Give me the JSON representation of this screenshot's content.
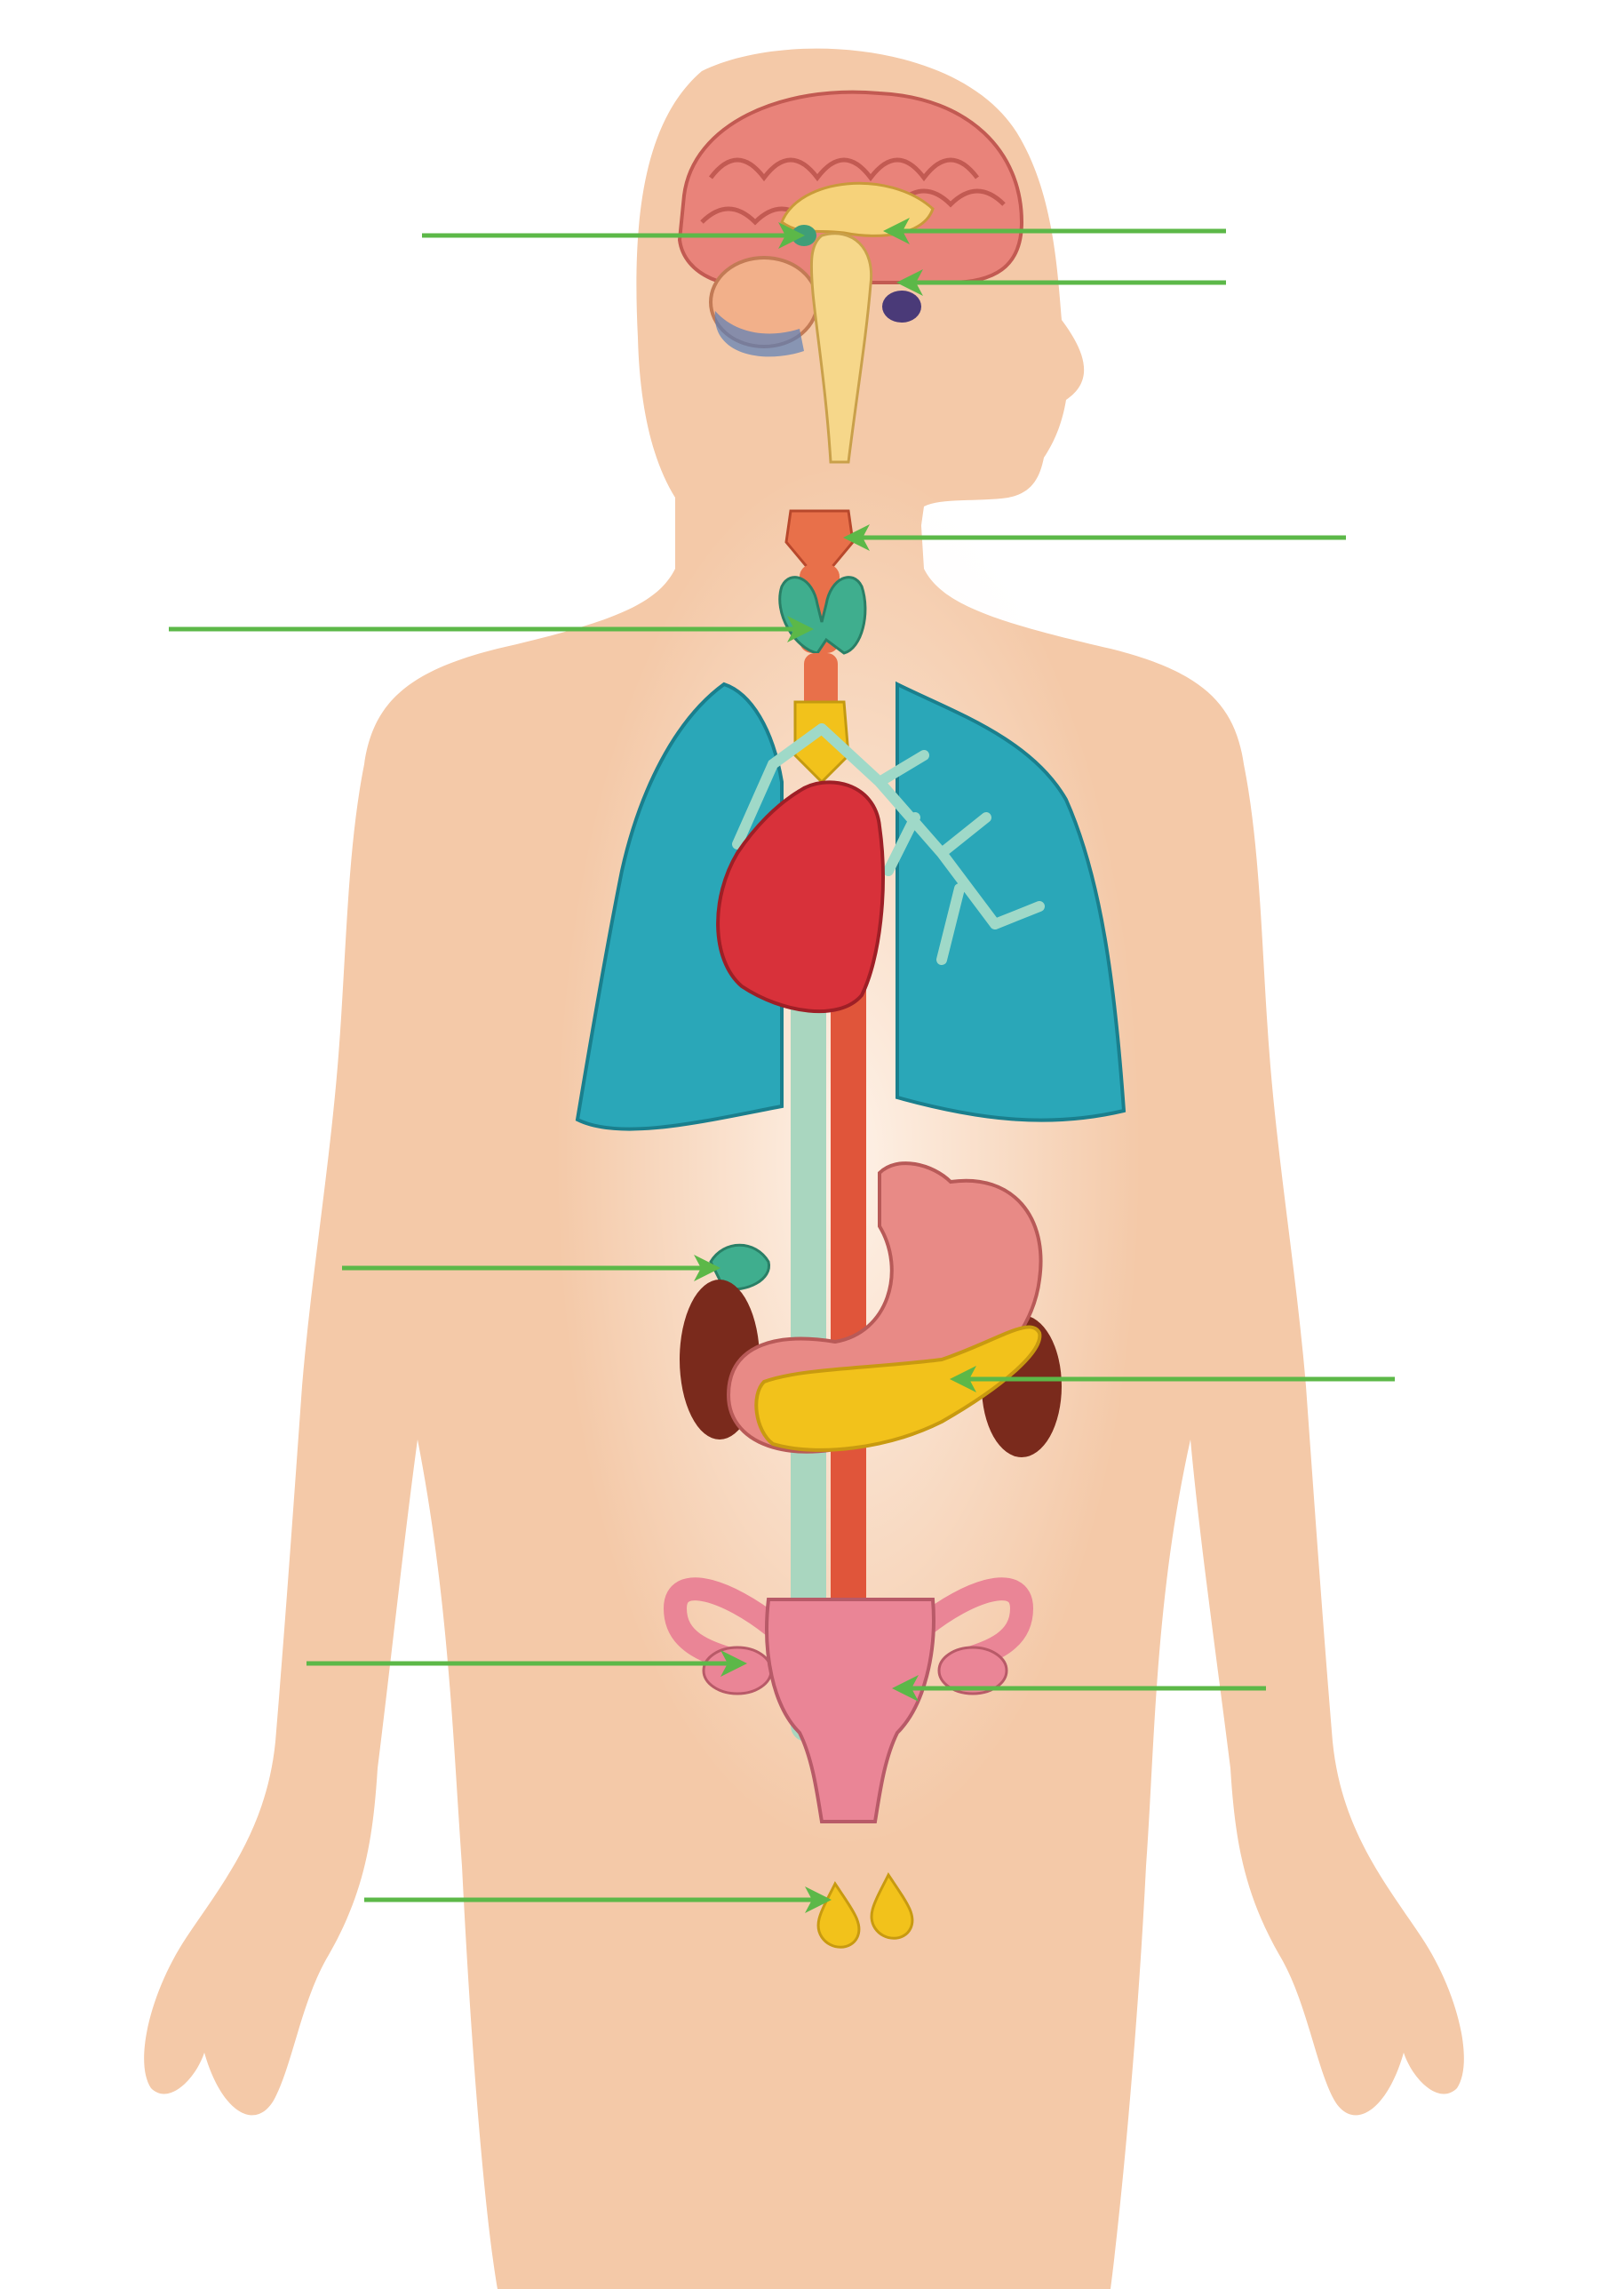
{
  "figure": {
    "kind": "unlabeled anatomy worksheet: human body with internal organs",
    "label_pointers": [
      {
        "id": "hypothalamus",
        "side": "left"
      },
      {
        "id": "pineal",
        "side": "right"
      },
      {
        "id": "pituitary",
        "side": "right"
      },
      {
        "id": "larynx",
        "side": "right"
      },
      {
        "id": "thyroid",
        "side": "left"
      },
      {
        "id": "adrenal",
        "side": "left"
      },
      {
        "id": "pancreas",
        "side": "right"
      },
      {
        "id": "ovary",
        "side": "left"
      },
      {
        "id": "uterus",
        "side": "right"
      },
      {
        "id": "testes",
        "side": "left"
      }
    ]
  },
  "colors": {
    "skin": "#f4c9a8",
    "skin_shadow": "#eab592",
    "lung": "#2aa7b8",
    "heart": "#d8313a",
    "aorta": "#e0553a",
    "vein": "#a9d6bf",
    "stomach": "#e88a86",
    "pancreas": "#f2c21b",
    "kidney": "#7a2a1c",
    "uterus": "#ea8596",
    "thyroid": "#3fae8e",
    "trachea": "#e8704a",
    "brain": "#e9837a",
    "arrow": "#5cb848"
  }
}
